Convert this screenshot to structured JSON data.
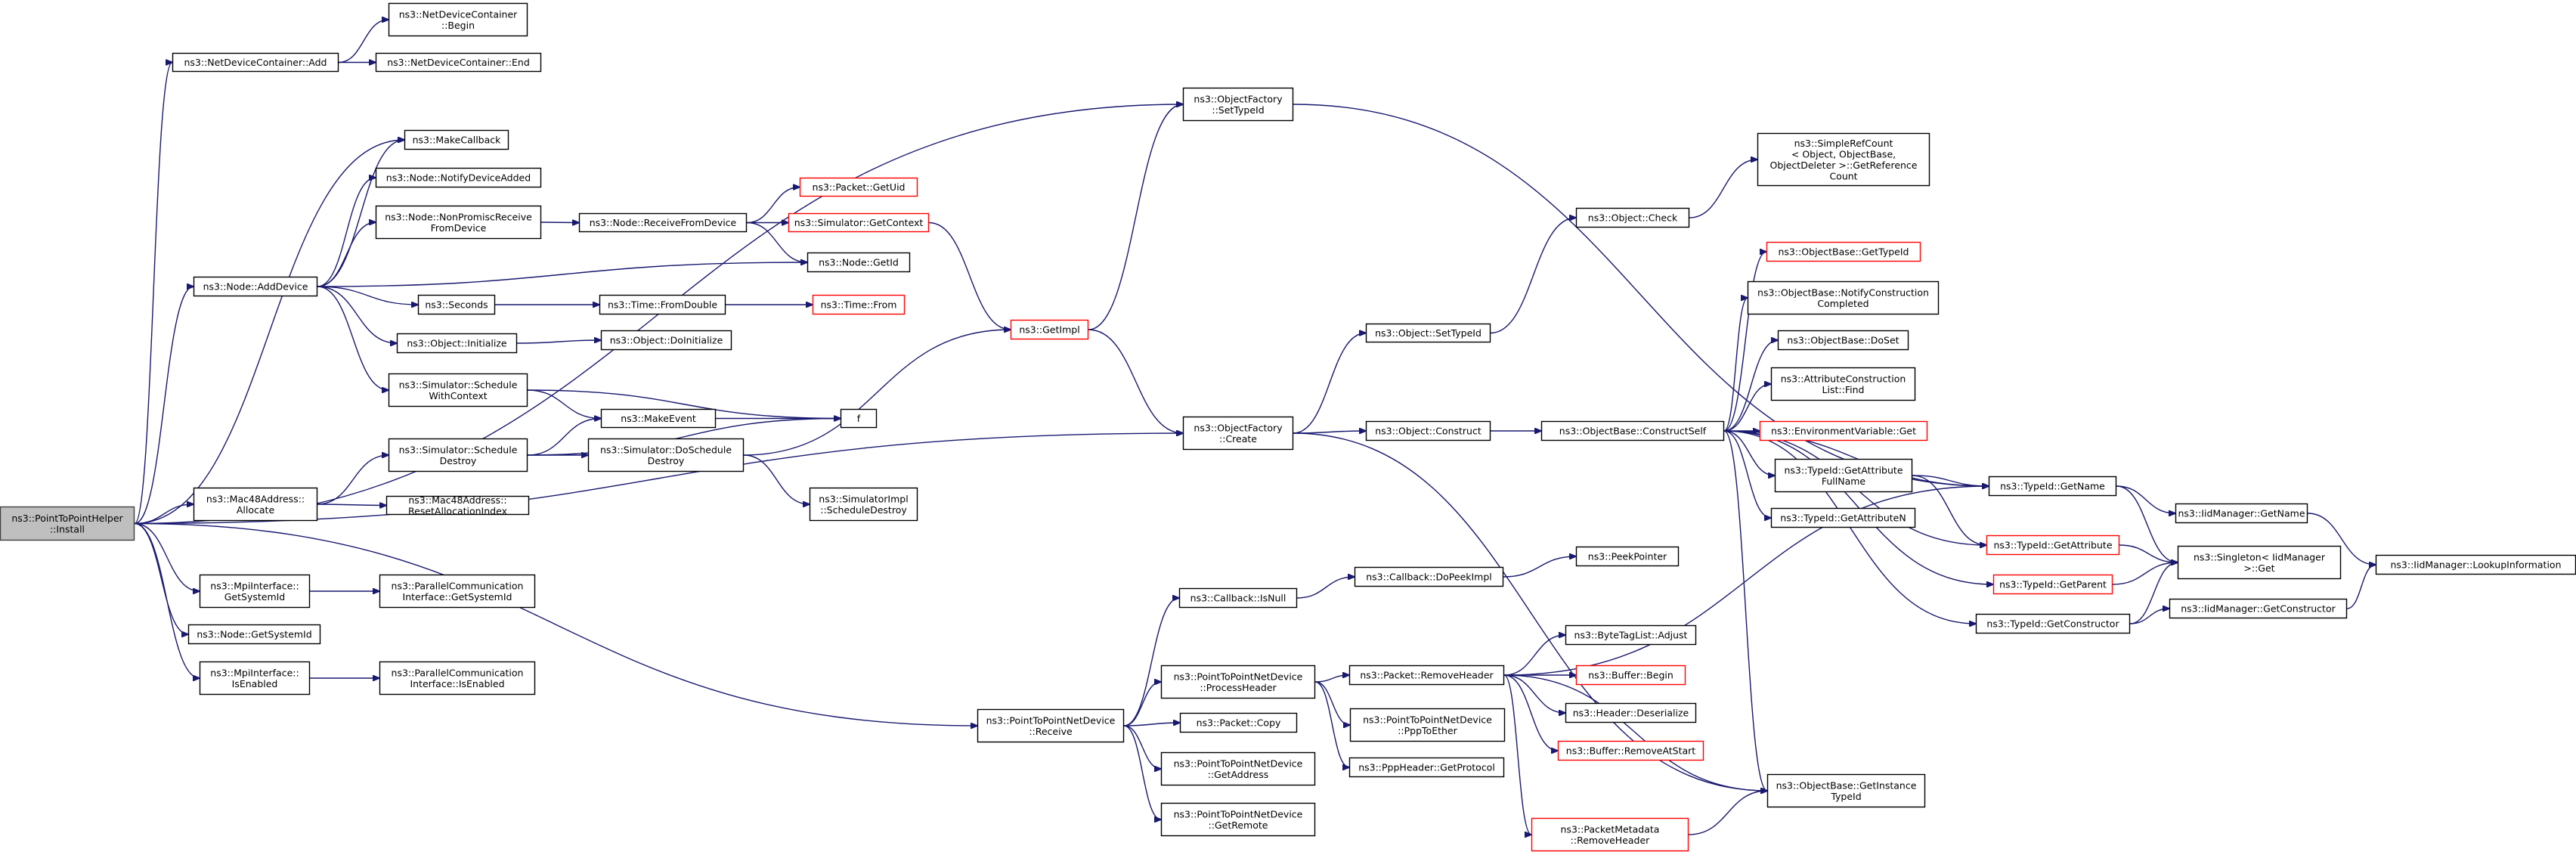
{
  "diagram": {
    "title": "",
    "root": "ns3::PointToPointHelper::Install",
    "nodes": [
      {
        "id": "install",
        "lines": [
          "ns3::PointToPointHelper",
          "::Install"
        ],
        "style": "root"
      },
      {
        "id": "ndc_add",
        "lines": [
          "ns3::NetDeviceContainer::Add"
        ],
        "style": "normal"
      },
      {
        "id": "ndc_begin",
        "lines": [
          "ns3::NetDeviceContainer",
          "::Begin"
        ],
        "style": "normal"
      },
      {
        "id": "ndc_end",
        "lines": [
          "ns3::NetDeviceContainer::End"
        ],
        "style": "normal"
      },
      {
        "id": "makecallback",
        "lines": [
          "ns3::MakeCallback"
        ],
        "style": "normal"
      },
      {
        "id": "notifydev",
        "lines": [
          "ns3::Node::NotifyDeviceAdded"
        ],
        "style": "normal"
      },
      {
        "id": "nonpromisc",
        "lines": [
          "ns3::Node::NonPromiscReceive",
          "FromDevice"
        ],
        "style": "normal"
      },
      {
        "id": "recvfromdev",
        "lines": [
          "ns3::Node::ReceiveFromDevice"
        ],
        "style": "normal"
      },
      {
        "id": "pkt_getuid",
        "lines": [
          "ns3::Packet::GetUid"
        ],
        "style": "red"
      },
      {
        "id": "sim_getcontext",
        "lines": [
          "ns3::Simulator::GetContext"
        ],
        "style": "red"
      },
      {
        "id": "node_getid",
        "lines": [
          "ns3::Node::GetId"
        ],
        "style": "normal"
      },
      {
        "id": "node_adddevice",
        "lines": [
          "ns3::Node::AddDevice"
        ],
        "style": "normal"
      },
      {
        "id": "seconds",
        "lines": [
          "ns3::Seconds"
        ],
        "style": "normal"
      },
      {
        "id": "fromdouble",
        "lines": [
          "ns3::Time::FromDouble"
        ],
        "style": "normal"
      },
      {
        "id": "time_from",
        "lines": [
          "ns3::Time::From"
        ],
        "style": "red"
      },
      {
        "id": "obj_init",
        "lines": [
          "ns3::Object::Initialize"
        ],
        "style": "normal"
      },
      {
        "id": "obj_doinit",
        "lines": [
          "ns3::Object::DoInitialize"
        ],
        "style": "normal"
      },
      {
        "id": "sched_ctx",
        "lines": [
          "ns3::Simulator::Schedule",
          "WithContext"
        ],
        "style": "normal"
      },
      {
        "id": "makeevent",
        "lines": [
          "ns3::MakeEvent"
        ],
        "style": "normal"
      },
      {
        "id": "f",
        "lines": [
          "f"
        ],
        "style": "normal"
      },
      {
        "id": "sched_destroy",
        "lines": [
          "ns3::Simulator::Schedule",
          "Destroy"
        ],
        "style": "normal"
      },
      {
        "id": "mac_alloc",
        "lines": [
          "ns3::Mac48Address::",
          "Allocate"
        ],
        "style": "normal"
      },
      {
        "id": "mac_reset",
        "lines": [
          "ns3::Mac48Address::",
          "ResetAllocationIndex"
        ],
        "style": "normal"
      },
      {
        "id": "doschedule",
        "lines": [
          "ns3::Simulator::DoSchedule",
          "Destroy"
        ],
        "style": "normal"
      },
      {
        "id": "impl_sched",
        "lines": [
          "ns3::SimulatorImpl",
          "::ScheduleDestroy"
        ],
        "style": "normal"
      },
      {
        "id": "getimpl",
        "lines": [
          "ns3::GetImpl"
        ],
        "style": "red"
      },
      {
        "id": "of_settypeid",
        "lines": [
          "ns3::ObjectFactory",
          "::SetTypeId"
        ],
        "style": "normal"
      },
      {
        "id": "of_create",
        "lines": [
          "ns3::ObjectFactory",
          "::Create"
        ],
        "style": "normal"
      },
      {
        "id": "obj_settypeid",
        "lines": [
          "ns3::Object::SetTypeId"
        ],
        "style": "normal"
      },
      {
        "id": "obj_construct",
        "lines": [
          "ns3::Object::Construct"
        ],
        "style": "normal"
      },
      {
        "id": "obj_check",
        "lines": [
          "ns3::Object::Check"
        ],
        "style": "normal"
      },
      {
        "id": "simplerefcount",
        "lines": [
          "ns3::SimpleRefCount",
          "< Object, ObjectBase,",
          "ObjectDeleter >::GetReference",
          "Count"
        ],
        "style": "normal"
      },
      {
        "id": "ob_gettypeid",
        "lines": [
          "ns3::ObjectBase::GetTypeId"
        ],
        "style": "red"
      },
      {
        "id": "ob_notify",
        "lines": [
          "ns3::ObjectBase::NotifyConstruction",
          "Completed"
        ],
        "style": "normal"
      },
      {
        "id": "ob_doset",
        "lines": [
          "ns3::ObjectBase::DoSet"
        ],
        "style": "normal"
      },
      {
        "id": "acl_find",
        "lines": [
          "ns3::AttributeConstruction",
          "List::Find"
        ],
        "style": "normal"
      },
      {
        "id": "ob_constructself",
        "lines": [
          "ns3::ObjectBase::ConstructSelf"
        ],
        "style": "normal"
      },
      {
        "id": "envvar_get",
        "lines": [
          "ns3::EnvironmentVariable::Get"
        ],
        "style": "red"
      },
      {
        "id": "tid_getattrfull",
        "lines": [
          "ns3::TypeId::GetAttribute",
          "FullName"
        ],
        "style": "normal"
      },
      {
        "id": "tid_getname",
        "lines": [
          "ns3::TypeId::GetName"
        ],
        "style": "normal"
      },
      {
        "id": "iid_getname",
        "lines": [
          "ns3::IidManager::GetName"
        ],
        "style": "normal"
      },
      {
        "id": "tid_getattrn",
        "lines": [
          "ns3::TypeId::GetAttributeN"
        ],
        "style": "normal"
      },
      {
        "id": "tid_getattr",
        "lines": [
          "ns3::TypeId::GetAttribute"
        ],
        "style": "red"
      },
      {
        "id": "singleton_get",
        "lines": [
          "ns3::Singleton< IidManager",
          ">::Get"
        ],
        "style": "normal"
      },
      {
        "id": "iid_lookup",
        "lines": [
          "ns3::IidManager::LookupInformation"
        ],
        "style": "normal"
      },
      {
        "id": "tid_getparent",
        "lines": [
          "ns3::TypeId::GetParent"
        ],
        "style": "red"
      },
      {
        "id": "tid_getctor",
        "lines": [
          "ns3::TypeId::GetConstructor"
        ],
        "style": "normal"
      },
      {
        "id": "iid_getctor",
        "lines": [
          "ns3::IidManager::GetConstructor"
        ],
        "style": "normal"
      },
      {
        "id": "mpi_getsysid",
        "lines": [
          "ns3::MpiInterface::",
          "GetSystemId"
        ],
        "style": "normal"
      },
      {
        "id": "pci_getsysid",
        "lines": [
          "ns3::ParallelCommunication",
          "Interface::GetSystemId"
        ],
        "style": "normal"
      },
      {
        "id": "node_getsysid",
        "lines": [
          "ns3::Node::GetSystemId"
        ],
        "style": "normal"
      },
      {
        "id": "mpi_isenabled",
        "lines": [
          "ns3::MpiInterface::",
          "IsEnabled"
        ],
        "style": "normal"
      },
      {
        "id": "pci_isenabled",
        "lines": [
          "ns3::ParallelCommunication",
          "Interface::IsEnabled"
        ],
        "style": "normal"
      },
      {
        "id": "cb_isnull",
        "lines": [
          "ns3::Callback::IsNull"
        ],
        "style": "normal"
      },
      {
        "id": "cb_dopeek",
        "lines": [
          "ns3::Callback::DoPeekImpl"
        ],
        "style": "normal"
      },
      {
        "id": "peekpointer",
        "lines": [
          "ns3::PeekPointer"
        ],
        "style": "normal"
      },
      {
        "id": "p2p_receive",
        "lines": [
          "ns3::PointToPointNetDevice",
          "::Receive"
        ],
        "style": "normal"
      },
      {
        "id": "p2p_process",
        "lines": [
          "ns3::PointToPointNetDevice",
          "::ProcessHeader"
        ],
        "style": "normal"
      },
      {
        "id": "pkt_removeheader",
        "lines": [
          "ns3::Packet::RemoveHeader"
        ],
        "style": "normal"
      },
      {
        "id": "btl_adjust",
        "lines": [
          "ns3::ByteTagList::Adjust"
        ],
        "style": "normal"
      },
      {
        "id": "buf_begin",
        "lines": [
          "ns3::Buffer::Begin"
        ],
        "style": "red"
      },
      {
        "id": "pkt_copy",
        "lines": [
          "ns3::Packet::Copy"
        ],
        "style": "normal"
      },
      {
        "id": "ppp_toether",
        "lines": [
          "ns3::PointToPointNetDevice",
          "::PppToEther"
        ],
        "style": "normal"
      },
      {
        "id": "hdr_deser",
        "lines": [
          "ns3::Header::Deserialize"
        ],
        "style": "normal"
      },
      {
        "id": "buf_removeatstart",
        "lines": [
          "ns3::Buffer::RemoveAtStart"
        ],
        "style": "red"
      },
      {
        "id": "ppph_getproto",
        "lines": [
          "ns3::PppHeader::GetProtocol"
        ],
        "style": "normal"
      },
      {
        "id": "p2p_getaddr",
        "lines": [
          "ns3::PointToPointNetDevice",
          "::GetAddress"
        ],
        "style": "normal"
      },
      {
        "id": "ob_getinst",
        "lines": [
          "ns3::ObjectBase::GetInstance",
          "TypeId"
        ],
        "style": "normal"
      },
      {
        "id": "pm_removeheader",
        "lines": [
          "ns3::PacketMetadata",
          "::RemoveHeader"
        ],
        "style": "red"
      },
      {
        "id": "p2p_getremote",
        "lines": [
          "ns3::PointToPointNetDevice",
          "::GetRemote"
        ],
        "style": "normal"
      }
    ],
    "edges": [
      [
        "install",
        "ndc_add"
      ],
      [
        "ndc_add",
        "ndc_begin"
      ],
      [
        "ndc_add",
        "ndc_end"
      ],
      [
        "install",
        "of_settypeid"
      ],
      [
        "install",
        "makecallback"
      ],
      [
        "install",
        "node_adddevice"
      ],
      [
        "install",
        "mac_alloc"
      ],
      [
        "install",
        "of_create"
      ],
      [
        "install",
        "mpi_getsysid"
      ],
      [
        "install",
        "node_getsysid"
      ],
      [
        "install",
        "mpi_isenabled"
      ],
      [
        "install",
        "p2p_receive"
      ],
      [
        "node_adddevice",
        "makecallback"
      ],
      [
        "node_adddevice",
        "notifydev"
      ],
      [
        "node_adddevice",
        "nonpromisc"
      ],
      [
        "node_adddevice",
        "node_getid"
      ],
      [
        "node_adddevice",
        "seconds"
      ],
      [
        "node_adddevice",
        "obj_init"
      ],
      [
        "node_adddevice",
        "sched_ctx"
      ],
      [
        "nonpromisc",
        "recvfromdev"
      ],
      [
        "recvfromdev",
        "pkt_getuid"
      ],
      [
        "recvfromdev",
        "sim_getcontext"
      ],
      [
        "recvfromdev",
        "node_getid"
      ],
      [
        "sim_getcontext",
        "getimpl"
      ],
      [
        "seconds",
        "fromdouble"
      ],
      [
        "fromdouble",
        "time_from"
      ],
      [
        "obj_init",
        "obj_doinit"
      ],
      [
        "sched_ctx",
        "makeevent"
      ],
      [
        "sched_ctx",
        "f"
      ],
      [
        "makeevent",
        "f"
      ],
      [
        "sched_destroy",
        "makeevent"
      ],
      [
        "sched_destroy",
        "f"
      ],
      [
        "sched_destroy",
        "doschedule"
      ],
      [
        "mac_alloc",
        "sched_destroy"
      ],
      [
        "mac_alloc",
        "mac_reset"
      ],
      [
        "doschedule",
        "getimpl"
      ],
      [
        "doschedule",
        "impl_sched"
      ],
      [
        "getimpl",
        "of_settypeid"
      ],
      [
        "getimpl",
        "of_create"
      ],
      [
        "of_settypeid",
        "tid_getname"
      ],
      [
        "of_create",
        "obj_settypeid"
      ],
      [
        "of_create",
        "obj_construct"
      ],
      [
        "of_create",
        "ob_getinst"
      ],
      [
        "obj_settypeid",
        "obj_check"
      ],
      [
        "obj_check",
        "simplerefcount"
      ],
      [
        "obj_construct",
        "ob_constructself"
      ],
      [
        "ob_constructself",
        "ob_gettypeid"
      ],
      [
        "ob_constructself",
        "ob_notify"
      ],
      [
        "ob_constructself",
        "ob_doset"
      ],
      [
        "ob_constructself",
        "acl_find"
      ],
      [
        "ob_constructself",
        "envvar_get"
      ],
      [
        "ob_constructself",
        "tid_getattrfull"
      ],
      [
        "ob_constructself",
        "tid_getname"
      ],
      [
        "ob_constructself",
        "tid_getattrn"
      ],
      [
        "ob_constructself",
        "tid_getattr"
      ],
      [
        "ob_constructself",
        "tid_getparent"
      ],
      [
        "ob_constructself",
        "tid_getctor"
      ],
      [
        "ob_constructself",
        "ob_getinst"
      ],
      [
        "tid_getattrfull",
        "tid_getname"
      ],
      [
        "tid_getattrfull",
        "tid_getattr"
      ],
      [
        "tid_getname",
        "iid_getname"
      ],
      [
        "tid_getname",
        "singleton_get"
      ],
      [
        "iid_getname",
        "iid_lookup"
      ],
      [
        "tid_getattr",
        "singleton_get"
      ],
      [
        "tid_getparent",
        "singleton_get"
      ],
      [
        "tid_getctor",
        "singleton_get"
      ],
      [
        "tid_getctor",
        "iid_getctor"
      ],
      [
        "iid_getctor",
        "iid_lookup"
      ],
      [
        "mpi_getsysid",
        "pci_getsysid"
      ],
      [
        "mpi_isenabled",
        "pci_isenabled"
      ],
      [
        "p2p_receive",
        "cb_isnull"
      ],
      [
        "p2p_receive",
        "p2p_process"
      ],
      [
        "p2p_receive",
        "pkt_copy"
      ],
      [
        "p2p_receive",
        "p2p_getaddr"
      ],
      [
        "p2p_receive",
        "p2p_getremote"
      ],
      [
        "cb_isnull",
        "cb_dopeek"
      ],
      [
        "cb_dopeek",
        "peekpointer"
      ],
      [
        "p2p_process",
        "pkt_removeheader"
      ],
      [
        "p2p_process",
        "ppp_toether"
      ],
      [
        "p2p_process",
        "ppph_getproto"
      ],
      [
        "pkt_removeheader",
        "tid_getname"
      ],
      [
        "pkt_removeheader",
        "btl_adjust"
      ],
      [
        "pkt_removeheader",
        "buf_begin"
      ],
      [
        "pkt_removeheader",
        "hdr_deser"
      ],
      [
        "pkt_removeheader",
        "buf_removeatstart"
      ],
      [
        "pkt_removeheader",
        "ob_getinst"
      ],
      [
        "pkt_removeheader",
        "pm_removeheader"
      ],
      [
        "pm_removeheader",
        "ob_getinst"
      ]
    ]
  }
}
